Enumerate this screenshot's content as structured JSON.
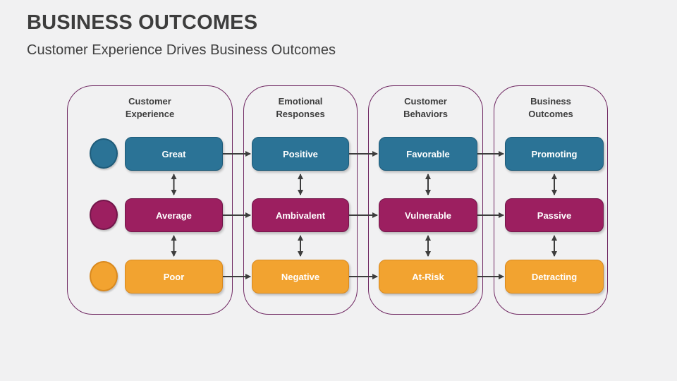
{
  "title": "BUSINESS OUTCOMES",
  "subtitle": "Customer Experience Drives Business Outcomes",
  "colors": {
    "background": "#f1f1f2",
    "container_border": "#702963",
    "arrow": "#3d3d3d",
    "text_dark": "#3d3d3d",
    "box_text": "#ffffff",
    "teal": "#2b7396",
    "teal_border": "#1e5b79",
    "magenta": "#9c1f60",
    "magenta_border": "#72164a",
    "orange": "#f2a330",
    "orange_border": "#d9891e"
  },
  "columns": [
    {
      "header": "Customer Experience",
      "items": [
        {
          "label": "Great",
          "color": "teal"
        },
        {
          "label": "Average",
          "color": "magenta"
        },
        {
          "label": "Poor",
          "color": "orange"
        }
      ]
    },
    {
      "header": "Emotional Responses",
      "items": [
        {
          "label": "Positive",
          "color": "teal"
        },
        {
          "label": "Ambivalent",
          "color": "magenta"
        },
        {
          "label": "Negative",
          "color": "orange"
        }
      ]
    },
    {
      "header": "Customer Behaviors",
      "items": [
        {
          "label": "Favorable",
          "color": "teal"
        },
        {
          "label": "Vulnerable",
          "color": "magenta"
        },
        {
          "label": "At-Risk",
          "color": "orange"
        }
      ]
    },
    {
      "header": "Business Outcomes",
      "items": [
        {
          "label": "Promoting",
          "color": "teal"
        },
        {
          "label": "Passive",
          "color": "magenta"
        },
        {
          "label": "Detracting",
          "color": "orange"
        }
      ]
    }
  ],
  "legend_circles": [
    {
      "color": "teal"
    },
    {
      "color": "magenta"
    },
    {
      "color": "orange"
    }
  ]
}
